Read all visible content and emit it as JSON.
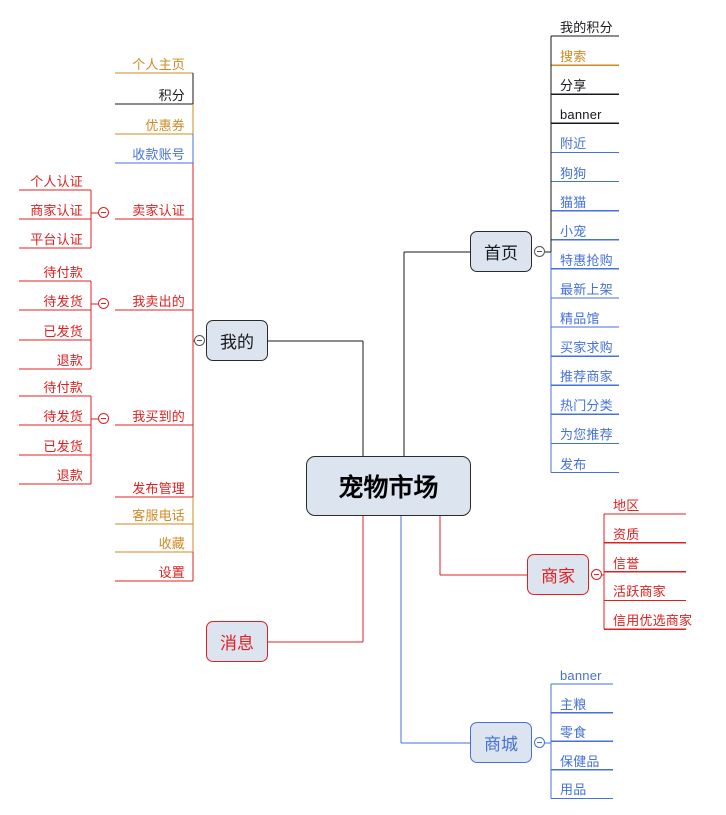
{
  "diagram": {
    "title": "宠物市场",
    "type": "mindmap",
    "colors": {
      "black": "#16181c",
      "red": "#e02020",
      "orange": "#d08a22",
      "blue": "#4472d8",
      "node_fill": "#dce4ef"
    }
  },
  "central": {
    "label": "宠物市场"
  },
  "nodes": {
    "mine": {
      "label": "我的"
    },
    "message": {
      "label": "消息"
    },
    "home": {
      "label": "首页"
    },
    "merchant": {
      "label": "商家"
    },
    "mall": {
      "label": "商城"
    }
  },
  "mine_children": [
    {
      "label": "个人主页",
      "color": "orange"
    },
    {
      "label": "积分",
      "color": "black"
    },
    {
      "label": "优惠券",
      "color": "orange"
    },
    {
      "label": "收款账号",
      "color": "blue"
    },
    {
      "label": "卖家认证",
      "color": "red"
    },
    {
      "label": "我卖出的",
      "color": "red"
    },
    {
      "label": "我买到的",
      "color": "red"
    },
    {
      "label": "发布管理",
      "color": "red"
    },
    {
      "label": "客服电话",
      "color": "orange"
    },
    {
      "label": "收藏",
      "color": "orange"
    },
    {
      "label": "设置",
      "color": "red"
    }
  ],
  "seller_auth_children": [
    {
      "label": "个人认证",
      "color": "red"
    },
    {
      "label": "商家认证",
      "color": "red"
    },
    {
      "label": "平台认证",
      "color": "red"
    }
  ],
  "sold_children": [
    {
      "label": "待付款",
      "color": "red"
    },
    {
      "label": "待发货",
      "color": "red"
    },
    {
      "label": "已发货",
      "color": "red"
    },
    {
      "label": "退款",
      "color": "red"
    }
  ],
  "bought_children": [
    {
      "label": "待付款",
      "color": "red"
    },
    {
      "label": "待发货",
      "color": "red"
    },
    {
      "label": "已发货",
      "color": "red"
    },
    {
      "label": "退款",
      "color": "red"
    }
  ],
  "home_children": [
    {
      "label": "我的积分",
      "color": "black"
    },
    {
      "label": "搜索",
      "color": "orange"
    },
    {
      "label": "分享",
      "color": "black"
    },
    {
      "label": "banner",
      "color": "black"
    },
    {
      "label": "附近",
      "color": "blue"
    },
    {
      "label": "狗狗",
      "color": "blue"
    },
    {
      "label": "猫猫",
      "color": "blue"
    },
    {
      "label": "小宠",
      "color": "blue"
    },
    {
      "label": "特惠抢购",
      "color": "blue"
    },
    {
      "label": "最新上架",
      "color": "blue"
    },
    {
      "label": "精品馆",
      "color": "blue"
    },
    {
      "label": "买家求购",
      "color": "blue"
    },
    {
      "label": "推荐商家",
      "color": "blue"
    },
    {
      "label": "热门分类",
      "color": "blue"
    },
    {
      "label": "为您推荐",
      "color": "blue"
    },
    {
      "label": "发布",
      "color": "blue"
    }
  ],
  "merchant_children": [
    {
      "label": "地区",
      "color": "red"
    },
    {
      "label": "资质",
      "color": "red"
    },
    {
      "label": "信誉",
      "color": "red"
    },
    {
      "label": "活跃商家",
      "color": "red"
    },
    {
      "label": "信用优选商家",
      "color": "red"
    }
  ],
  "mall_children": [
    {
      "label": "banner",
      "color": "blue"
    },
    {
      "label": "主粮",
      "color": "blue"
    },
    {
      "label": "零食",
      "color": "blue"
    },
    {
      "label": "保健品",
      "color": "blue"
    },
    {
      "label": "用品",
      "color": "blue"
    }
  ]
}
